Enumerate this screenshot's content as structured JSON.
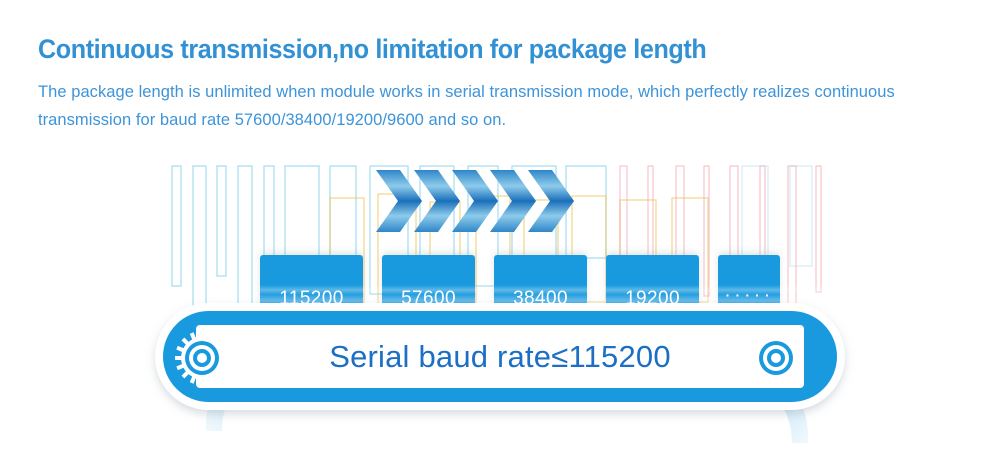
{
  "header": {
    "title": "Continuous transmission,no limitation for package length",
    "subtitle": "The package length is unlimited when module works in serial transmission mode, which perfectly realizes continuous transmission for baud rate 57600/38400/19200/9600 and so on.",
    "title_color": "#3191d4",
    "subtitle_color": "#3d94d9"
  },
  "illustration": {
    "belt_label": "Serial baud rate≤115200",
    "belt_label_color": "#1c6fc4",
    "belt_color": "#1a9ade",
    "block_text_color": "#ffffff",
    "chevron_count": 5,
    "chevron_dark": "#1a6fba",
    "chevron_light": "#8ecbeb",
    "arrow_color": "#8ed2f0",
    "blocks": [
      {
        "label": "115200"
      },
      {
        "label": "57600"
      },
      {
        "label": "38400"
      },
      {
        "label": "19200"
      },
      {
        "label": "·····"
      }
    ]
  }
}
